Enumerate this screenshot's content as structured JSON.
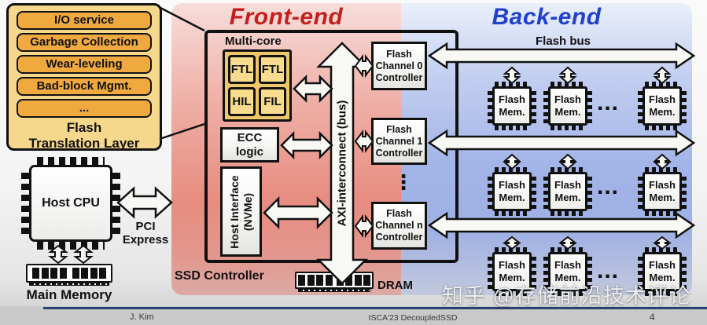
{
  "callout": {
    "items": [
      "I/O service",
      "Garbage Collection",
      "Wear-leveling",
      "Bad-block Mgmt.",
      "..."
    ],
    "title_line1": "Flash",
    "title_line2": "Translation Layer"
  },
  "host": {
    "cpu": "Host CPU",
    "pci_line1": "PCI",
    "pci_line2": "Express",
    "memory": "Main Memory"
  },
  "frontend": {
    "title": "Front-end",
    "multicore": "Multi-core",
    "cores": [
      "FTL",
      "FTL",
      "HIL",
      "FIL"
    ],
    "ecc_line1": "ECC",
    "ecc_line2": "logic",
    "hostif_line1": "Host Interface",
    "hostif_line2": "(NVMe)",
    "axi": "AXI-interconnect (bus)",
    "ssd_controller": "SSD Controller",
    "dram": "DRAM"
  },
  "backend": {
    "title": "Back-end",
    "flash_bus": "Flash bus",
    "channels": [
      {
        "l1": "Flash",
        "l2": "Channel 0",
        "l3": "Controller"
      },
      {
        "l1": "Flash",
        "l2": "Channel 1",
        "l3": "Controller"
      },
      {
        "l1": "Flash",
        "l2": "Channel n",
        "l3": "Controller"
      }
    ],
    "vdots": "⋮",
    "hdots": "...",
    "flash_l1": "Flash",
    "flash_l2": "Mem."
  },
  "watermark": "知乎 @存储前沿技术评论",
  "footer": {
    "author": "J. Kim",
    "center": "ISCA'23 DecoupledSSD",
    "page": "4"
  },
  "colors": {
    "frontend_title": "#c41e1e",
    "backend_title": "#1f41cc",
    "callout_bg": "#f6d88c",
    "pill_bg": "#f0a93f",
    "core_bg": "#f8dc8e",
    "multicore_bg": "#eec768",
    "footer_line": "#27426e"
  }
}
